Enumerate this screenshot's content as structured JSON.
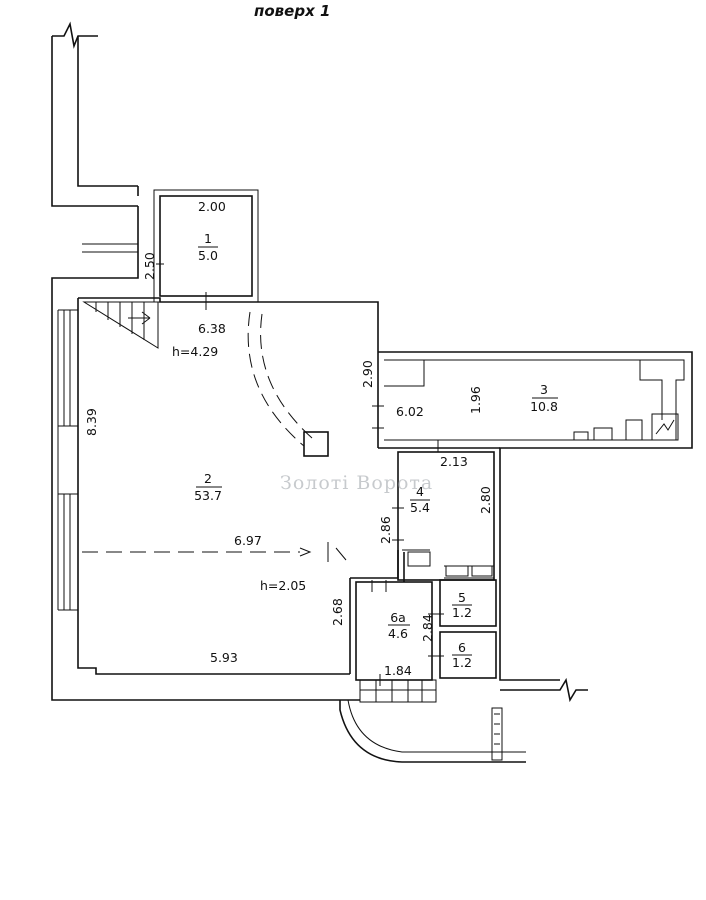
{
  "header": {
    "title": "поверх 1"
  },
  "watermark": {
    "text": "Золоті Ворота"
  },
  "rooms": [
    {
      "number": "1",
      "area": "5.0"
    },
    {
      "number": "2",
      "area": "53.7"
    },
    {
      "number": "3",
      "area": "10.8"
    },
    {
      "number": "4",
      "area": "5.4"
    },
    {
      "number": "5",
      "area": "1.2"
    },
    {
      "number": "6",
      "area": "1.2"
    },
    {
      "number": "6а",
      "area": "4.6"
    }
  ],
  "dimensions": {
    "d_2_00": "2.00",
    "d_2_50": "2.50",
    "d_6_38": "6.38",
    "d_8_39": "8.39",
    "d_2_90": "2.90",
    "d_6_02": "6.02",
    "d_1_96": "1.96",
    "d_2_13": "2.13",
    "d_2_86": "2.86",
    "d_2_80": "2.80",
    "d_6_97": "6.97",
    "d_2_68": "2.68",
    "d_2_84": "2.84",
    "d_5_93": "5.93",
    "d_1_84": "1.84"
  },
  "heights": {
    "h1": "h=4.29",
    "h2": "h=2.05"
  }
}
